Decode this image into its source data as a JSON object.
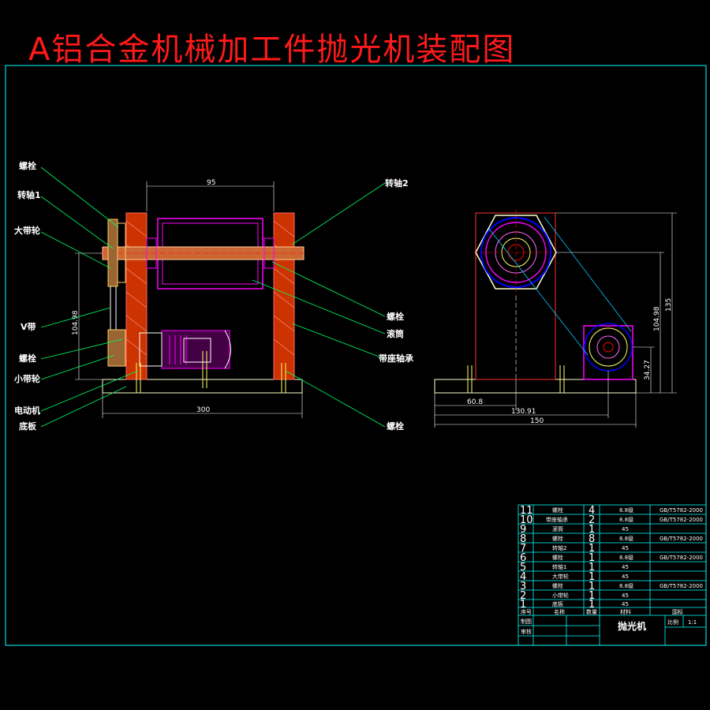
{
  "title": "A铝合金机械加工件抛光机装配图",
  "left_labels": [
    "螺栓",
    "转轴1",
    "大带轮",
    "V带",
    "螺栓",
    "小带轮",
    "电动机",
    "底板"
  ],
  "right_labels": [
    "转轴2",
    "螺栓",
    "滚筒",
    "带座轴承",
    "螺栓"
  ],
  "front_dims": {
    "top": "95",
    "bottom": "300",
    "side": "104.98"
  },
  "side_dims": {
    "h1": "104.98",
    "h2": "135",
    "h3": "34.27",
    "w1": "60.8",
    "w2": "130.91",
    "w3": "150"
  },
  "bom": [
    {
      "no": "11",
      "name": "螺栓",
      "qty": "4",
      "mat": "8.8级",
      "std": "GB/T5782-2000"
    },
    {
      "no": "10",
      "name": "带座轴承",
      "qty": "2",
      "mat": "8.8级",
      "std": "GB/T5782-2000"
    },
    {
      "no": "9",
      "name": "滚筒",
      "qty": "1",
      "mat": "45",
      "std": ""
    },
    {
      "no": "8",
      "name": "螺栓",
      "qty": "8",
      "mat": "8.8级",
      "std": "GB/T5782-2000"
    },
    {
      "no": "7",
      "name": "转轴2",
      "qty": "1",
      "mat": "45",
      "std": ""
    },
    {
      "no": "6",
      "name": "螺栓",
      "qty": "1",
      "mat": "8.8级",
      "std": "GB/T5782-2000"
    },
    {
      "no": "5",
      "name": "转轴1",
      "qty": "1",
      "mat": "45",
      "std": ""
    },
    {
      "no": "4",
      "name": "大带轮",
      "qty": "1",
      "mat": "45",
      "std": ""
    },
    {
      "no": "3",
      "name": "螺栓",
      "qty": "1",
      "mat": "8.8级",
      "std": "GB/T5782-2000"
    },
    {
      "no": "2",
      "name": "小带轮",
      "qty": "1",
      "mat": "45",
      "std": ""
    },
    {
      "no": "1",
      "name": "底板",
      "qty": "1",
      "mat": "45",
      "std": ""
    }
  ],
  "bom_header": {
    "no": "序号",
    "name": "名称",
    "qty": "数量",
    "mat": "材料",
    "std": "国标"
  },
  "title_block": {
    "drawn": "制图",
    "checked": "审核",
    "name": "抛光机",
    "scale_label": "比例",
    "scale": "1:1"
  }
}
